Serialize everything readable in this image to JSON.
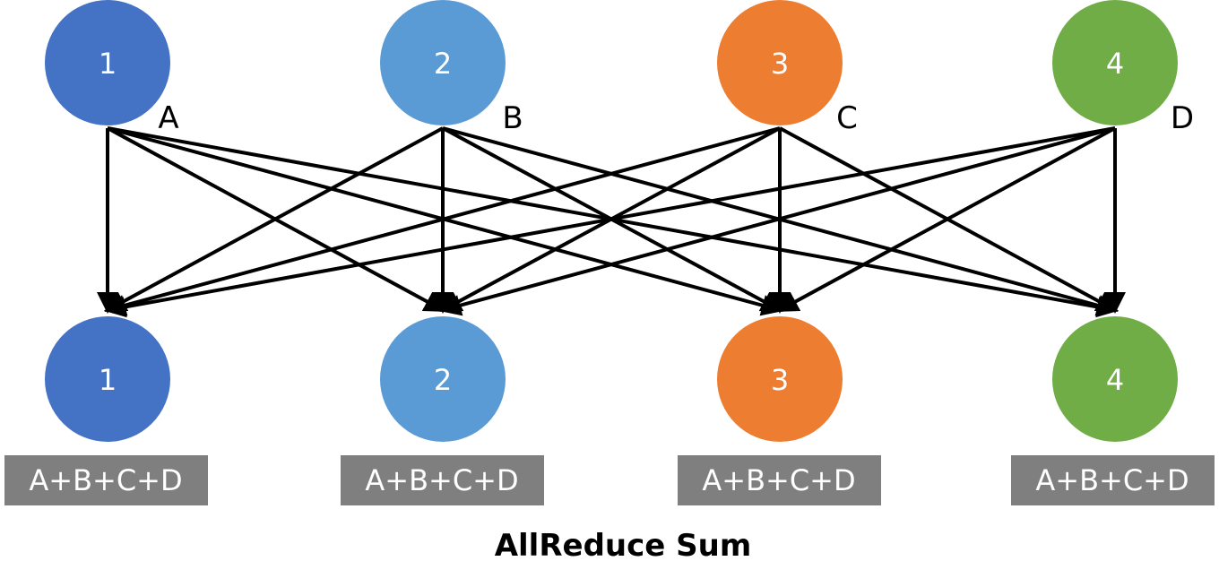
{
  "diagram": {
    "caption": "AllReduce Sum",
    "source_nodes": [
      {
        "number": "1",
        "label": "A",
        "color": "#4472C4"
      },
      {
        "number": "2",
        "label": "B",
        "color": "#5B9BD5"
      },
      {
        "number": "3",
        "label": "C",
        "color": "#ED7D31"
      },
      {
        "number": "4",
        "label": "D",
        "color": "#70AD47"
      }
    ],
    "target_nodes": [
      {
        "number": "1",
        "result": "A+B+C+D",
        "color": "#4472C4"
      },
      {
        "number": "2",
        "result": "A+B+C+D",
        "color": "#5B9BD5"
      },
      {
        "number": "3",
        "result": "A+B+C+D",
        "color": "#ED7D31"
      },
      {
        "number": "4",
        "result": "A+B+C+D",
        "color": "#70AD47"
      }
    ],
    "result_box_color": "#7F7F7F",
    "edges": "all-to-all"
  }
}
